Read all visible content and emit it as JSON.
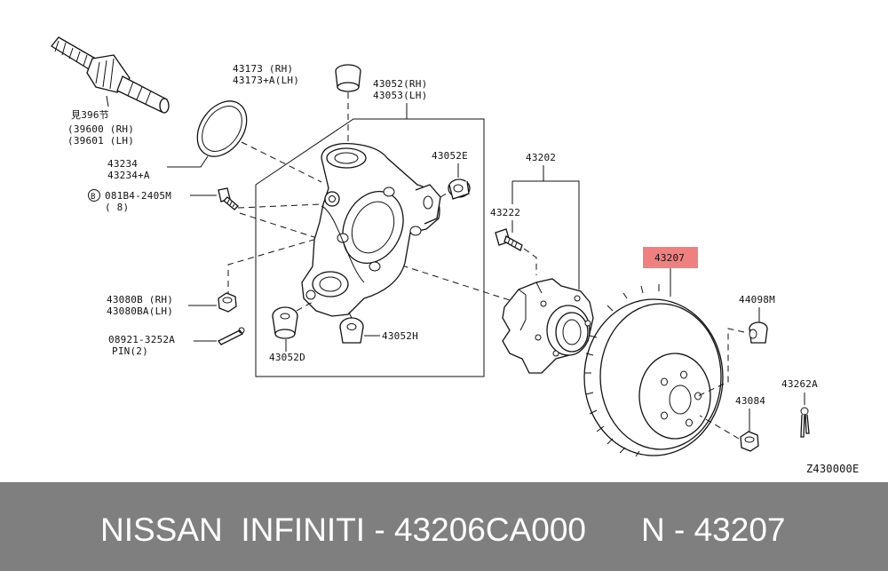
{
  "labels": {
    "shaft_ref": "見396节",
    "shaft_rh": "(39600 (RH)",
    "shaft_lh": "(39601 (LH)",
    "seal_1": "43234",
    "seal_2": "43234+A",
    "bolt_circle": "B",
    "bolt_1": "081B4-2405M",
    "bolt_2": "( 8)",
    "nut_1": "43080B (RH)",
    "nut_2": "43080BA(LH)",
    "pin_1": "08921-3252A",
    "pin_2": "PIN(2)",
    "bushing_top_1": "43173  (RH)",
    "bushing_top_2": "43173+A(LH)",
    "knuckle_1": "43052(RH)",
    "knuckle_2": "43053(LH)",
    "bushing_e": "43052E",
    "bushing_d": "43052D",
    "bushing_h": "43052H",
    "hub": "43202",
    "hub_bolt": "43222",
    "rotor": "43207",
    "plug": "44098M",
    "hub_nut": "43084",
    "cotter_pin": "43262A",
    "diagram_code": "Z430000E"
  },
  "highlight_color": "#f08080",
  "footer": {
    "left": "NISSAN  INFINITI - 43206CA000",
    "right": "N - 43207",
    "background": "#7f7f7f"
  }
}
